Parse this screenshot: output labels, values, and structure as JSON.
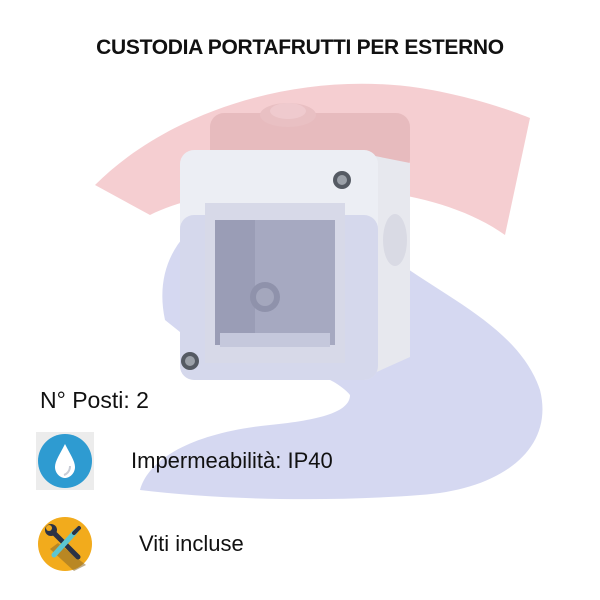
{
  "title": "CUSTODIA PORTAFRUTTI PER ESTERNO",
  "product": {
    "image_alt": "Custodia portafrutti per esterno grigia chiara con 2 viti frontali",
    "image_icon": "junction-box-image"
  },
  "specs": {
    "posti": "N° Posti: 2",
    "impermeabilita": {
      "icon": "water-drop-icon",
      "label": "Impermeabilità: IP40"
    },
    "viti": {
      "icon": "screwdriver-wrench-icon",
      "label": "Viti incluse"
    }
  },
  "colors": {
    "watermark_red": "#f4c9cc",
    "watermark_blue": "#d3d6f0",
    "drop_icon_bg": "#2e9bd1",
    "tools_icon_bg": "#f2ab1c",
    "text": "#111111"
  }
}
